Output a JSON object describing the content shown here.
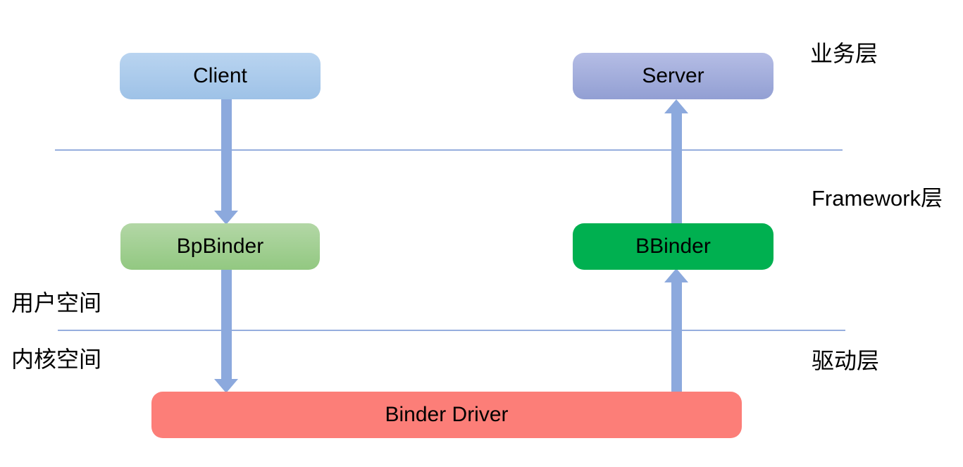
{
  "diagram": {
    "boxes": {
      "client": {
        "label": "Client"
      },
      "server": {
        "label": "Server"
      },
      "bpbinder": {
        "label": "BpBinder"
      },
      "bbinder": {
        "label": "BBinder"
      },
      "binder_driver": {
        "label": "Binder Driver"
      }
    },
    "labels": {
      "business_layer": "业务层",
      "framework_layer": "Framework层",
      "user_space": "用户空间",
      "kernel_space": "内核空间",
      "driver_layer": "驱动层"
    },
    "arrows": [
      {
        "from": "Client",
        "to": "BpBinder",
        "direction": "down"
      },
      {
        "from": "BpBinder",
        "to": "Binder Driver",
        "direction": "down"
      },
      {
        "from": "Binder Driver",
        "to": "BBinder",
        "direction": "up"
      },
      {
        "from": "BBinder",
        "to": "Server",
        "direction": "up"
      }
    ]
  },
  "colors": {
    "background": "#ffffff",
    "text": "#000000",
    "client_top": "#b9d4f0",
    "client_bottom": "#9ec2e7",
    "server_top": "#b5bde5",
    "server_bottom": "#929fd3",
    "bpbinder_top": "#b3d7a6",
    "bpbinder_bottom": "#92c881",
    "bbinder_fill": "#00b050",
    "binder_driver_fill": "#fc7e78",
    "arrow_fill": "#8ca9dd",
    "divider_line": "#96aede"
  }
}
